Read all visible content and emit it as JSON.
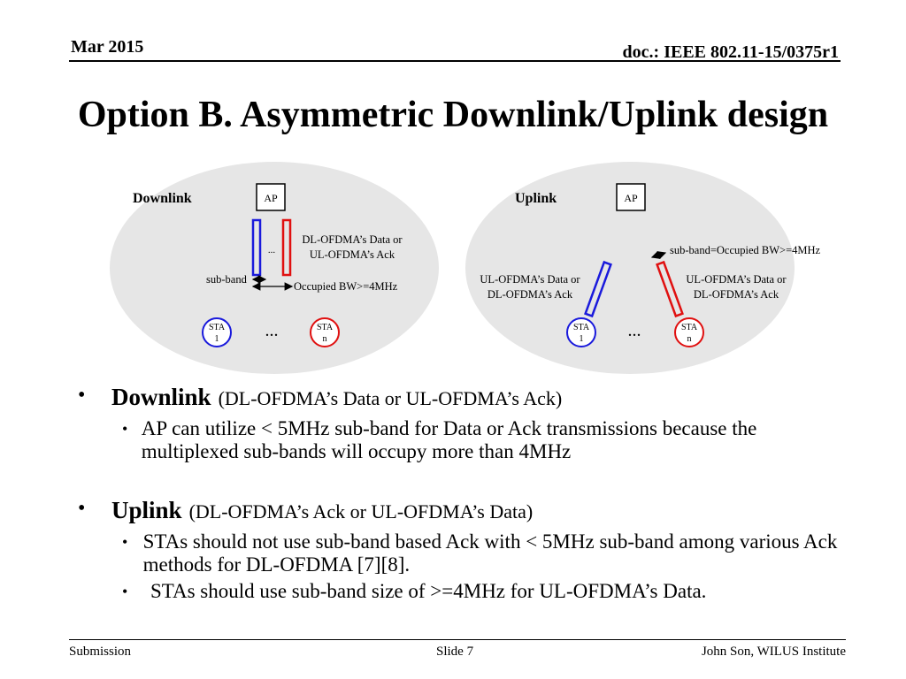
{
  "header": {
    "date": "Mar 2015",
    "doc": "doc.: IEEE 802.11-15/0375r1"
  },
  "title": "Option B. Asymmetric Downlink/Uplink design",
  "diagram": {
    "downlink": {
      "label": "Downlink",
      "ap": "AP",
      "dots_small": "...",
      "data_label_1": "DL-OFDMA’s Data or",
      "data_label_2": "UL-OFDMA’s Ack",
      "subband_label": "sub-band",
      "occupied_label": "Occupied BW>=4MHz",
      "sta1_top": "STA",
      "sta1_bottom": "1",
      "ellipsis": "...",
      "stan_top": "STA",
      "stan_bottom": "n"
    },
    "uplink": {
      "label": "Uplink",
      "ap": "AP",
      "subband_label": "sub-band=Occupied BW>=4MHz",
      "left_label_1": "UL-OFDMA’s Data or",
      "left_label_2": "DL-OFDMA’s Ack",
      "right_label_1": "UL-OFDMA’s Data or",
      "right_label_2": "DL-OFDMA’s Ack",
      "sta1_top": "STA",
      "sta1_bottom": "1",
      "ellipsis": "...",
      "stan_top": "STA",
      "stan_bottom": "n"
    },
    "colors": {
      "blue": "#1a1adc",
      "red": "#e01010",
      "ellipse": "#e6e6e6"
    }
  },
  "bullets": {
    "downlink_key": "Downlink",
    "downlink_rest": "(DL-OFDMA’s Data or UL-OFDMA’s Ack)",
    "downlink_sub1": "AP can utilize < 5MHz sub-band for Data or Ack transmissions because the multiplexed sub-bands will occupy more than 4MHz",
    "uplink_key": "Uplink",
    "uplink_rest": "(DL-OFDMA’s Ack or UL-OFDMA’s Data)",
    "uplink_sub1": "STAs should not use sub-band based Ack with < 5MHz sub-band among various Ack methods for DL-OFDMA [7][8].",
    "uplink_sub2": "STAs should use sub-band size of >=4MHz for UL-OFDMA’s Data."
  },
  "footer": {
    "left": "Submission",
    "center": "Slide 7",
    "right": "John Son, WILUS Institute"
  }
}
